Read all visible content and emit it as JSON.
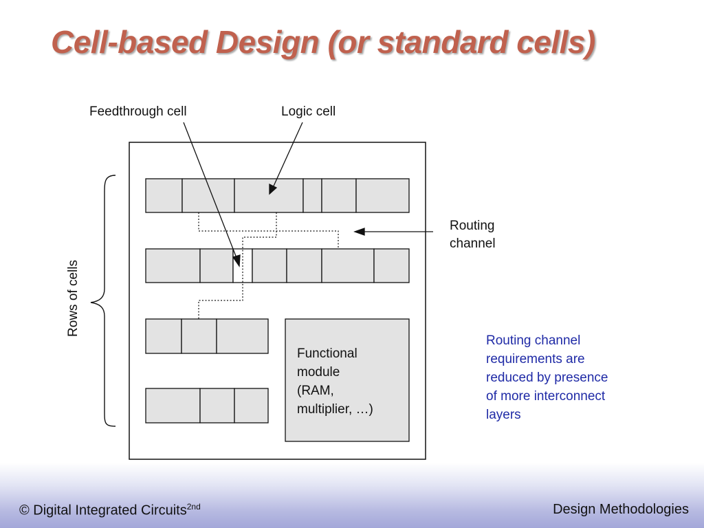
{
  "slide": {
    "title": "Cell-based Design (or standard cells)"
  },
  "diagram": {
    "labels": {
      "feedthrough_cell": "Feedthrough cell",
      "logic_cell": "Logic cell",
      "routing_channel_line1": "Routing",
      "routing_channel_line2": "channel",
      "rows_of_cells": "Rows of cells",
      "functional_module_lines": [
        "Functional",
        "module",
        "(RAM,",
        "multiplier,  …)"
      ]
    },
    "colors": {
      "cell_fill": "#e3e3e3",
      "stroke": "#111111"
    }
  },
  "note": {
    "lines": [
      "Routing channel",
      "requirements are",
      "reduced by presence",
      "of more interconnect",
      "layers"
    ],
    "color": "#1f2aa6"
  },
  "footer": {
    "left_text": "© Digital Integrated Circuits",
    "left_superscript": "2nd",
    "right_text": "Design Methodologies"
  }
}
